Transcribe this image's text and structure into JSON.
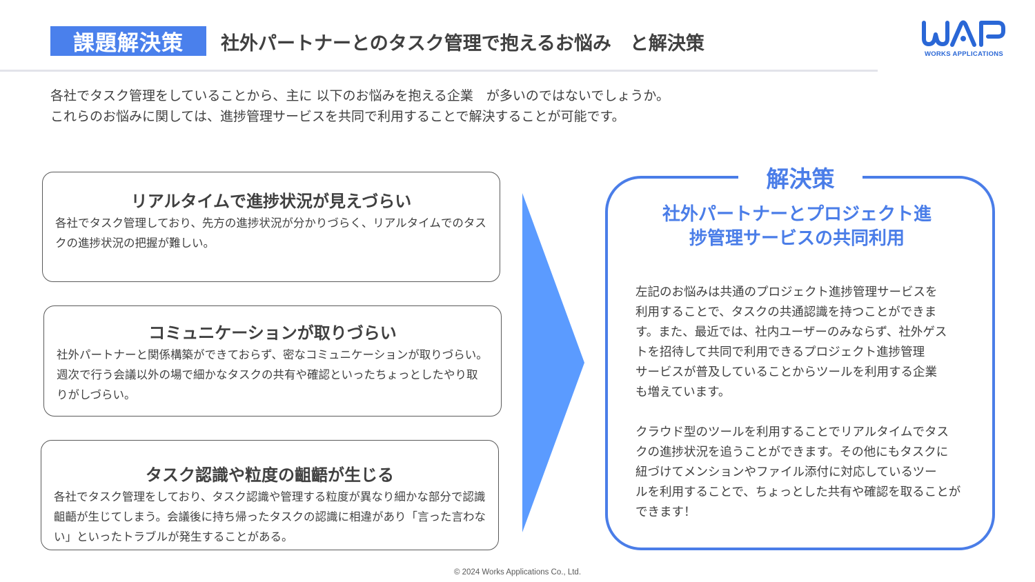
{
  "header": {
    "badge": "課題解決策",
    "title": "社外パートナーとのタスク管理で抱えるお悩み　と解決策",
    "logo": {
      "mark": "WAP",
      "subtitle": "WORKS APPLICATIONS",
      "color": "#2a67d6"
    }
  },
  "intro": {
    "lines": [
      "各社でタスク管理をしていることから、主に 以下のお悩みを抱える企業　が多いのではないでしょうか。",
      "これらのお悩みに関しては、進捗管理サービスを共同で利用することで解決することが可能です。"
    ]
  },
  "problems": [
    {
      "title": "リアルタイムで進捗状況が見えづらい",
      "body": "各社でタスク管理しており、先方の進捗状況が分かりづらく、リアルタイムでのタスクの進捗状況の把握が難しい。"
    },
    {
      "title": "コミュニケーションが取りづらい",
      "body": "社外パートナーと関係構築ができておらず、密なコミュニケーションが取りづらい。週次で行う会議以外の場で細かなタスクの共有や確認といったちょっとしたやり取りがしづらい。"
    },
    {
      "title": "タスク認識や粒度の齟齬が生じる",
      "body": "各社でタスク管理をしており、タスク認識や管理する粒度が異なり細かな部分で認識齟齬が生じてしまう。会議後に持ち帰ったタスクの認識に相違があり「言った言わない」といったトラブルが発生することがある。"
    }
  ],
  "arrow": {
    "icon": "chevron-right-arrow",
    "color": "#5b9bff"
  },
  "solution": {
    "label": "解決策",
    "title_lines": [
      "社外パートナーとプロジェクト進",
      "捗管理サービスの共同利用"
    ],
    "paragraph1_lines": [
      "左記のお悩みは共通のプロジェクト進捗管理サービスを",
      "利用することで、タスクの共通認識を持つことができま",
      "す。また、最近では、社内ユーザーのみならず、社外ゲス",
      "トを招待して共同で利用できるプロジェクト進捗管理",
      "サービスが普及していることからツールを利用する企業",
      "も増えています。"
    ],
    "paragraph2_lines": [
      "クラウド型のツールを利用することでリアルタイムでタス",
      "クの進捗状況を追うことができます。その他にもタスクに",
      "紐づけてメンションやファイル添付に対応しているツー",
      "ルを利用することで、ちょっとした共有や確認を取ることが",
      "できます！"
    ],
    "accent_color": "#4a7de8"
  },
  "footer": {
    "copyright": "© 2024 Works Applications Co., Ltd."
  }
}
